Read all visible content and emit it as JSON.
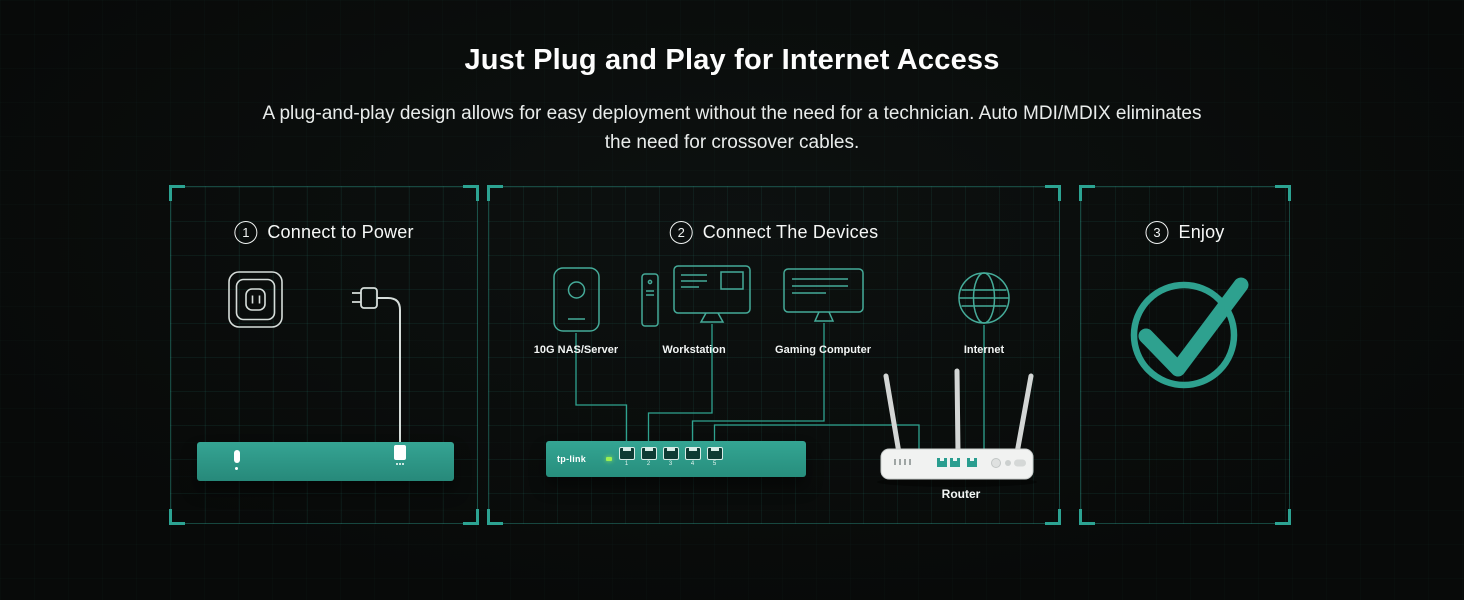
{
  "page": {
    "title": "Just Plug and Play for Internet Access",
    "subtitle": "A plug-and-play design allows for easy deployment without the need for a technician. Auto MDI/MDIX eliminates the need for crossover cables."
  },
  "steps": {
    "one": {
      "number": "1",
      "label": "Connect to Power"
    },
    "two": {
      "number": "2",
      "label": "Connect The Devices"
    },
    "three": {
      "number": "3",
      "label": "Enjoy"
    }
  },
  "devices": {
    "nas_label": "10G NAS/Server",
    "workstation_label": "Workstation",
    "gaming_label": "Gaming Computer",
    "internet_label": "Internet"
  },
  "network": {
    "switch_brand": "tp-link",
    "port_numbers": [
      "1",
      "2",
      "3",
      "4",
      "5"
    ],
    "router_label": "Router"
  },
  "colors": {
    "accent_teal": "#2EA18F",
    "switch_body_teal": "#2F9C8B",
    "background": "#0A0D0C"
  }
}
